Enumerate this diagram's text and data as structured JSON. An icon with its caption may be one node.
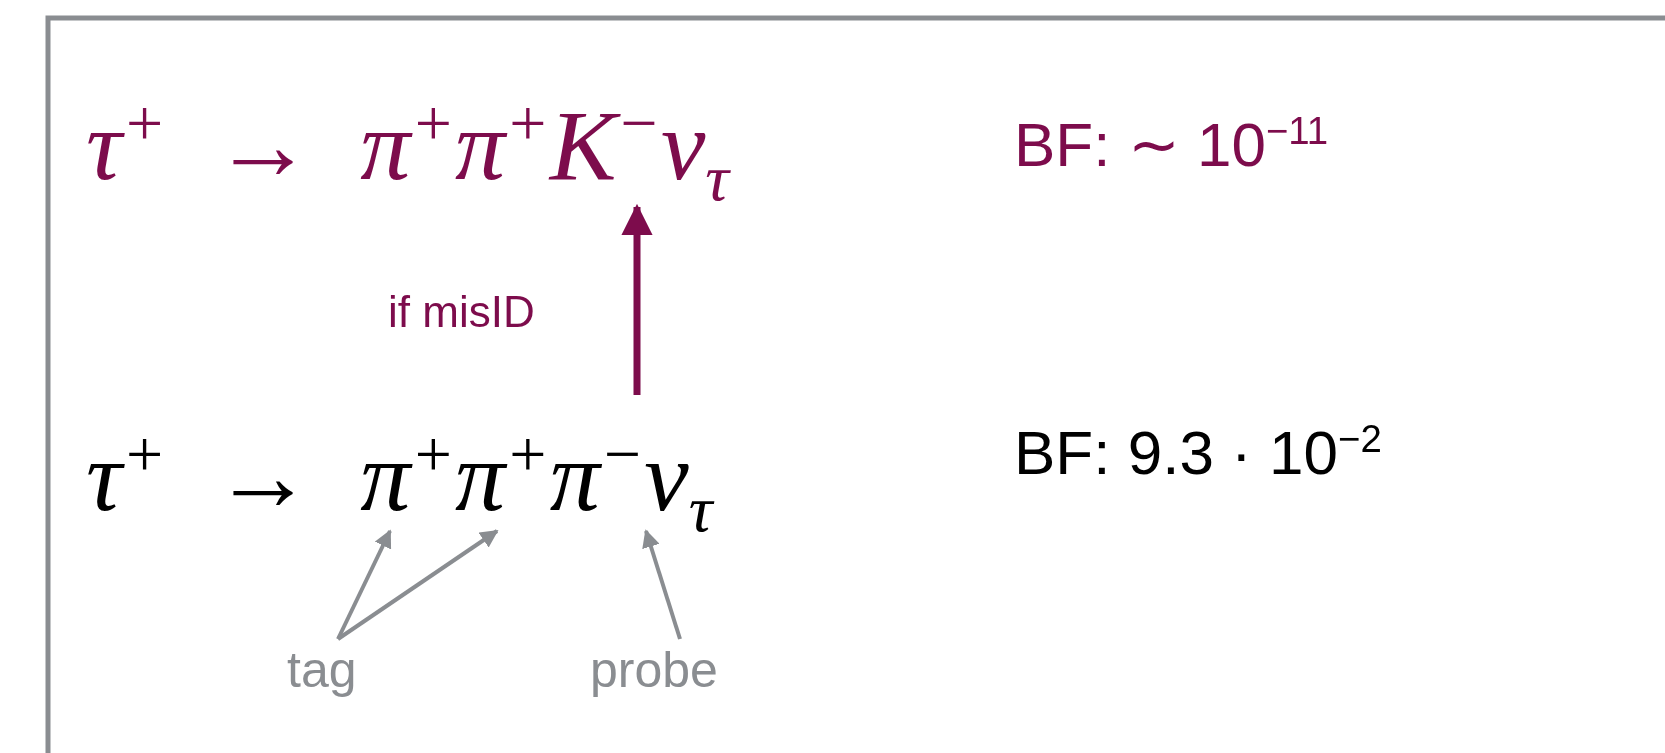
{
  "diagram": {
    "nodes": [
      {
        "text": [
          "τ$^{+}$ → π$^{+}$π$^{+}$K$^{−}$ν$_{τ}$"
        ]
      },
      {
        "text": [
          "τ$^{+}$ → π$^{+}$π$^{+}$π$^{−}$ν$_{τ}$"
        ]
      },
      {
        "text": [
          "tag"
        ]
      },
      {
        "text": [
          "probe"
        ]
      }
    ],
    "edges": [
      {
        "from": 1,
        "to": 0,
        "arrow": "to",
        "label": "if misID",
        "color": "#7d0c4c"
      },
      {
        "from": 2,
        "to": 1,
        "arrow": "to"
      },
      {
        "from": 2,
        "to": 1,
        "arrow": "to"
      },
      {
        "from": 3,
        "to": 1,
        "arrow": "to"
      }
    ],
    "labels": [
      "BF: ∼ 10$^{−11}$",
      "BF: 9.3 · 10$^{−2}$"
    ]
  }
}
